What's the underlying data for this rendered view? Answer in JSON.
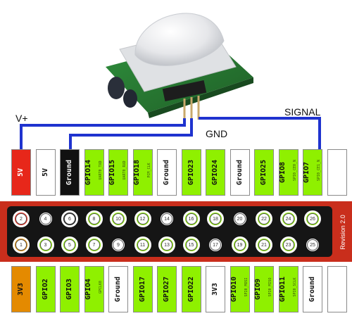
{
  "wires": {
    "v_plus": "V+",
    "gnd": "GND",
    "signal": "SIGNAL"
  },
  "board_revision": "Revision 2.0",
  "colors": {
    "green": "#8ff000",
    "red": "#e7271a",
    "black": "#111111",
    "orange": "#e48a00",
    "white": "#ffffff",
    "board": "#c92e1c",
    "wire": "#1f33cf"
  },
  "top_labels": [
    {
      "text": "5V",
      "sub": "",
      "kind": "red"
    },
    {
      "text": "5V",
      "sub": "",
      "kind": "white"
    },
    {
      "text": "Ground",
      "sub": "",
      "kind": "black"
    },
    {
      "text": "GPIO14",
      "sub": "UART0_TXD",
      "kind": "green"
    },
    {
      "text": "GPIO15",
      "sub": "UART0_RXD",
      "kind": "green"
    },
    {
      "text": "GPIO18",
      "sub": "PCM_CLK",
      "kind": "green"
    },
    {
      "text": "Ground",
      "sub": "",
      "kind": "white"
    },
    {
      "text": "GPIO23",
      "sub": "",
      "kind": "green"
    },
    {
      "text": "GPIO24",
      "sub": "",
      "kind": "green"
    },
    {
      "text": "Ground",
      "sub": "",
      "kind": "white"
    },
    {
      "text": "GPIO25",
      "sub": "",
      "kind": "green"
    },
    {
      "text": "GPIO8",
      "sub": "SPI0_CE0_N",
      "kind": "green"
    },
    {
      "text": "GPIO7",
      "sub": "SPI0_CE1_N",
      "kind": "green"
    },
    {
      "text": "",
      "sub": "",
      "kind": "white"
    }
  ],
  "bottom_labels": [
    {
      "text": "3V3",
      "sub": "",
      "kind": "orange"
    },
    {
      "text": "GPIO2",
      "sub": "",
      "kind": "green"
    },
    {
      "text": "GPIO3",
      "sub": "",
      "kind": "green"
    },
    {
      "text": "GPIO4",
      "sub": "GPCLK0",
      "kind": "green"
    },
    {
      "text": "Ground",
      "sub": "",
      "kind": "white"
    },
    {
      "text": "GPIO17",
      "sub": "",
      "kind": "green"
    },
    {
      "text": "GPIO27",
      "sub": "",
      "kind": "green"
    },
    {
      "text": "GPIO22",
      "sub": "",
      "kind": "green"
    },
    {
      "text": "3V3",
      "sub": "",
      "kind": "white"
    },
    {
      "text": "GPIO10",
      "sub": "SPI0_MOSI",
      "kind": "green"
    },
    {
      "text": "GPIO9",
      "sub": "SPI0_MISO",
      "kind": "green"
    },
    {
      "text": "GPIO11",
      "sub": "SPI0_SCLK",
      "kind": "green"
    },
    {
      "text": "Ground",
      "sub": "",
      "kind": "white"
    },
    {
      "text": "",
      "sub": "",
      "kind": "white"
    }
  ],
  "top_pins": [
    {
      "n": "2",
      "kind": "red"
    },
    {
      "n": "4",
      "kind": "white"
    },
    {
      "n": "6",
      "kind": "black"
    },
    {
      "n": "8",
      "kind": "green"
    },
    {
      "n": "10",
      "kind": "green"
    },
    {
      "n": "12",
      "kind": "green"
    },
    {
      "n": "14",
      "kind": "white"
    },
    {
      "n": "16",
      "kind": "green"
    },
    {
      "n": "18",
      "kind": "green"
    },
    {
      "n": "20",
      "kind": "white"
    },
    {
      "n": "22",
      "kind": "green"
    },
    {
      "n": "24",
      "kind": "green"
    },
    {
      "n": "26",
      "kind": "green"
    }
  ],
  "bottom_pins": [
    {
      "n": "1",
      "kind": "orange"
    },
    {
      "n": "3",
      "kind": "green"
    },
    {
      "n": "5",
      "kind": "green"
    },
    {
      "n": "7",
      "kind": "green"
    },
    {
      "n": "9",
      "kind": "white"
    },
    {
      "n": "11",
      "kind": "green"
    },
    {
      "n": "13",
      "kind": "green"
    },
    {
      "n": "15",
      "kind": "green"
    },
    {
      "n": "17",
      "kind": "white"
    },
    {
      "n": "19",
      "kind": "green"
    },
    {
      "n": "21",
      "kind": "green"
    },
    {
      "n": "23",
      "kind": "green"
    },
    {
      "n": "25",
      "kind": "white"
    }
  ]
}
